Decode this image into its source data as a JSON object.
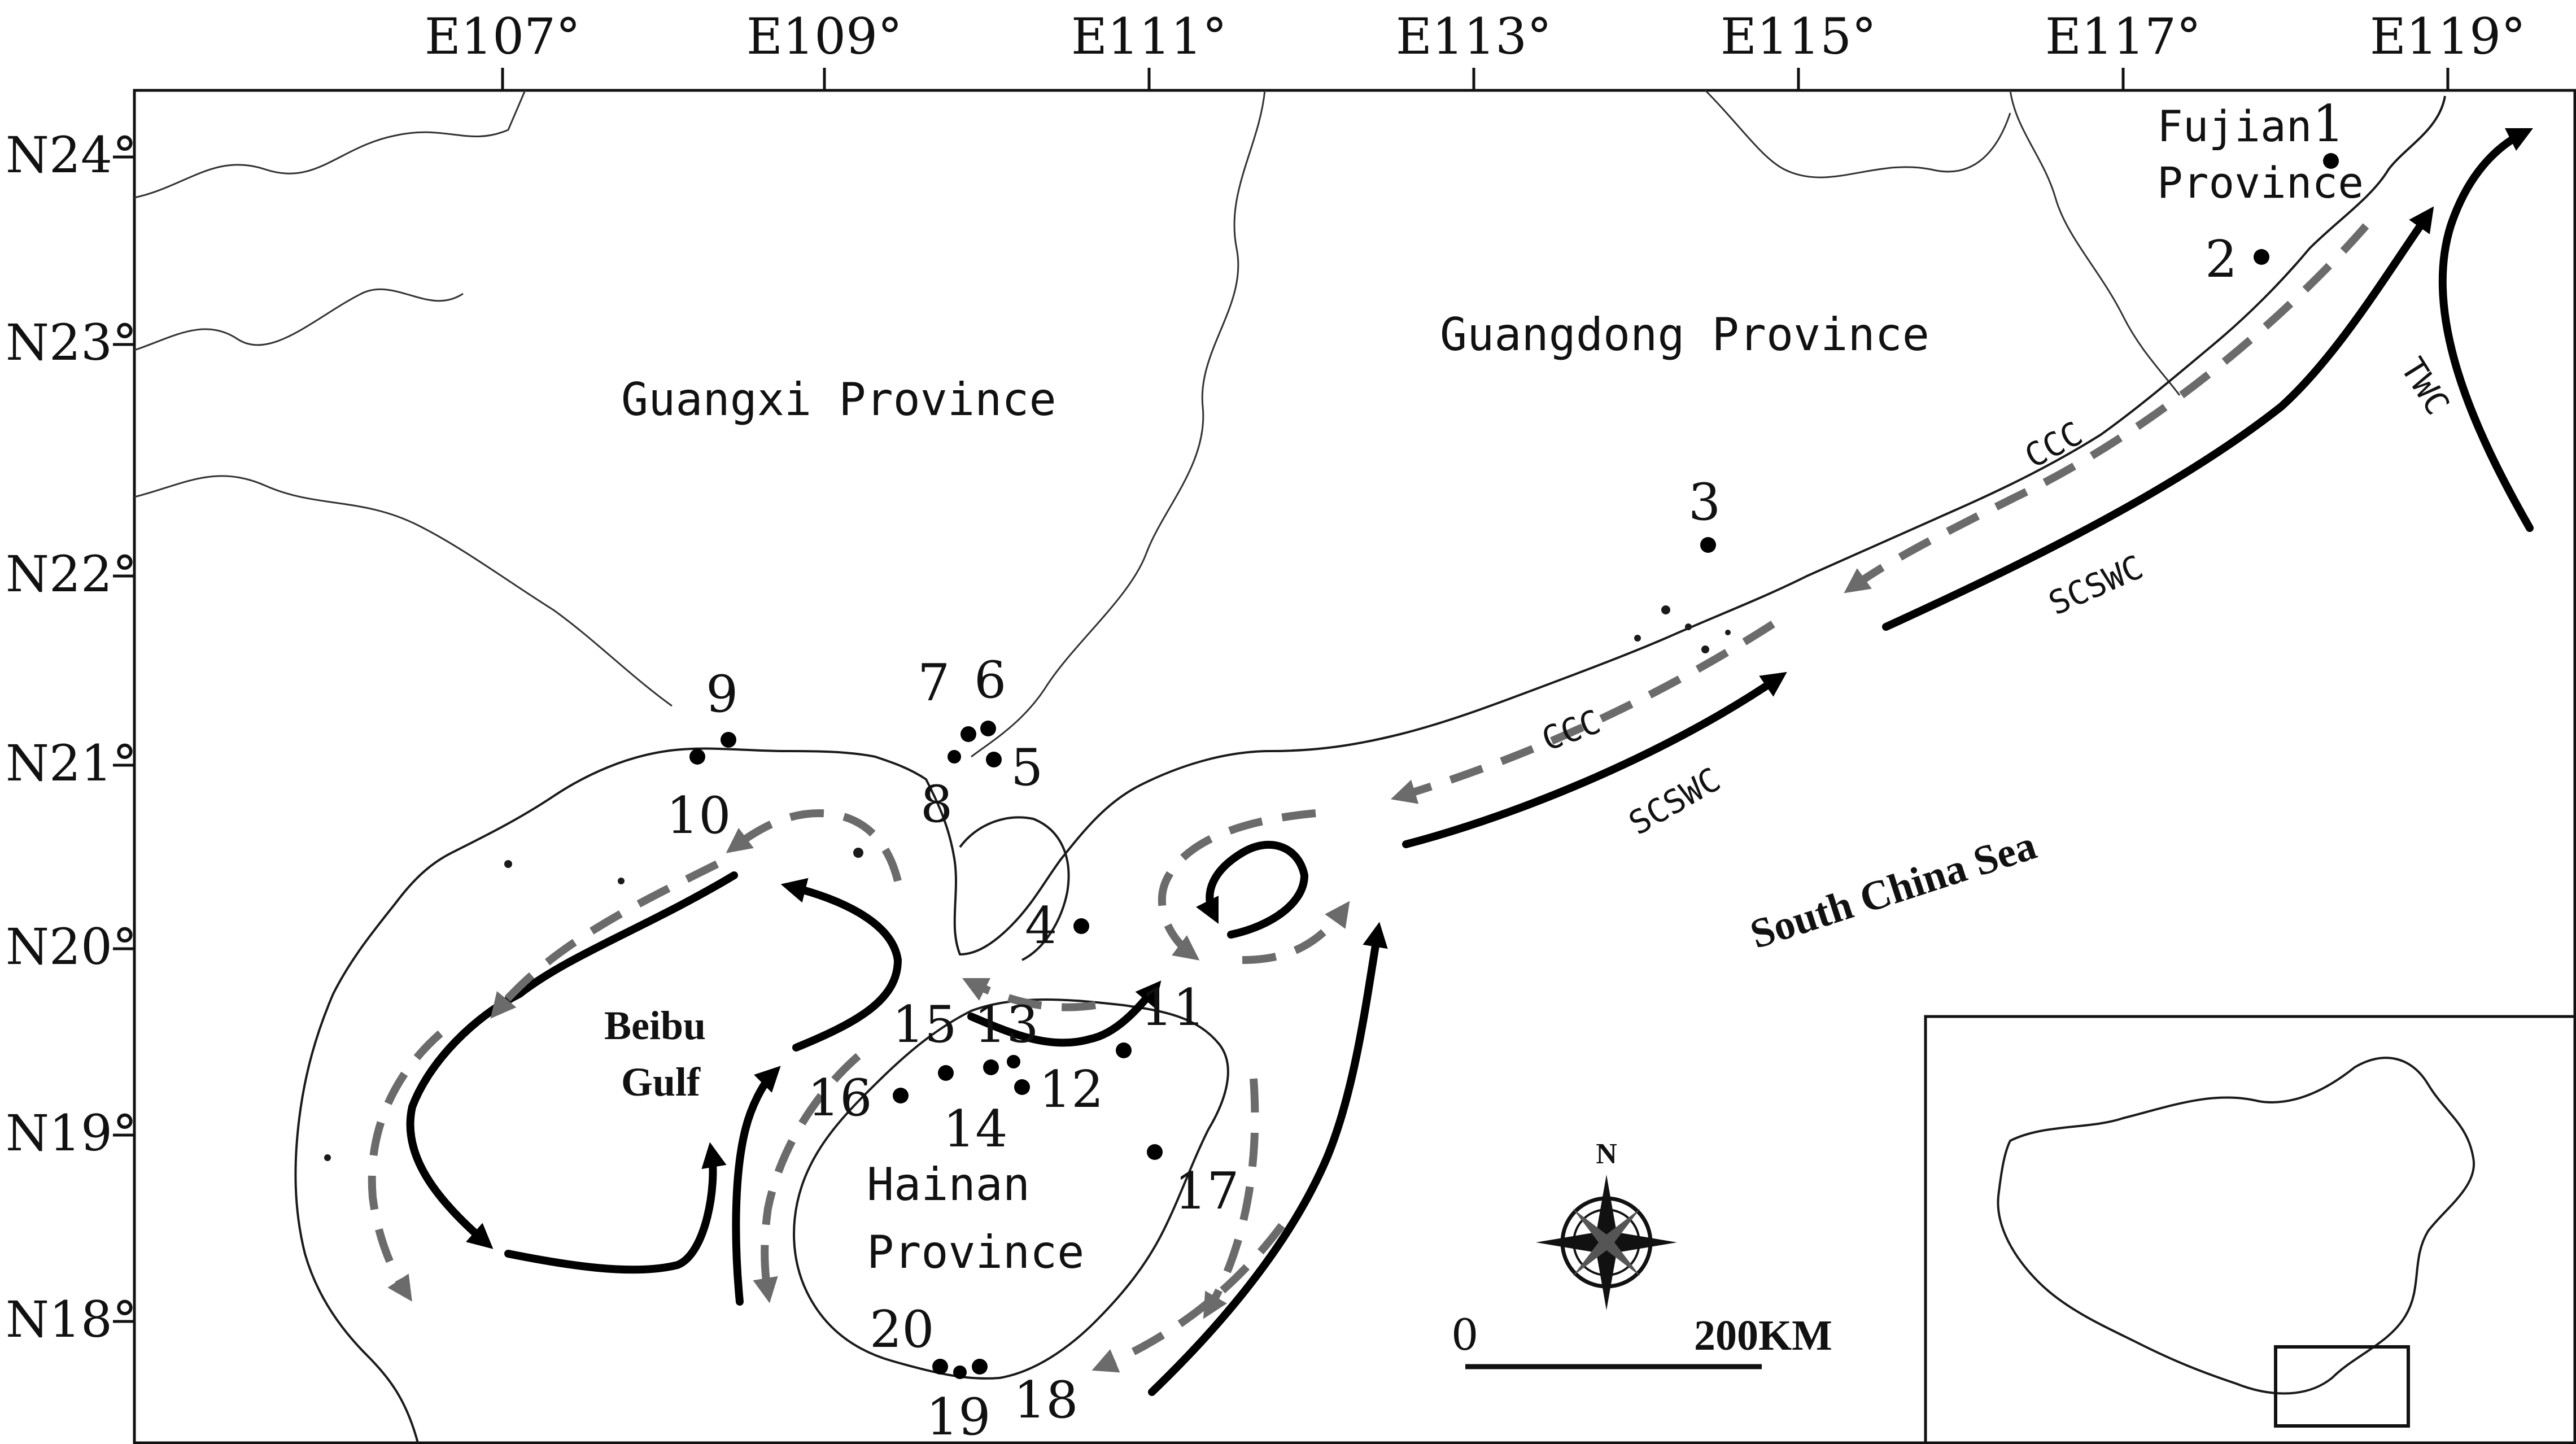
{
  "longitude_ticks": [
    "E107°",
    "E109°",
    "E111°",
    "E113°",
    "E115°",
    "E117°",
    "E119°"
  ],
  "latitude_ticks": [
    "N24°",
    "N23°",
    "N22°",
    "N21°",
    "N20°",
    "N19°",
    "N18°"
  ],
  "regions": {
    "guangxi": "Guangxi Province",
    "guangdong": "Guangdong Province",
    "fujian_line1": "Fujian",
    "fujian_line2": "Province",
    "hainan_line1": "Hainan",
    "hainan_line2": "Province",
    "beibu_line1": "Beibu",
    "beibu_line2": "Gulf",
    "sea": "South China Sea"
  },
  "currents": {
    "ccc_east": "CCC",
    "ccc_west": "CCC",
    "scswc_east": "SCSWC",
    "scswc_west": "SCSWC",
    "twc": "TWC"
  },
  "sites": [
    {
      "label": "1"
    },
    {
      "label": "2"
    },
    {
      "label": "3"
    },
    {
      "label": "4"
    },
    {
      "label": "5"
    },
    {
      "label": "6"
    },
    {
      "label": "7"
    },
    {
      "label": "8"
    },
    {
      "label": "9"
    },
    {
      "label": "10"
    },
    {
      "label": "11"
    },
    {
      "label": "12"
    },
    {
      "label": "13"
    },
    {
      "label": "14"
    },
    {
      "label": "15"
    },
    {
      "label": "16"
    },
    {
      "label": "17"
    },
    {
      "label": "18"
    },
    {
      "label": "19"
    },
    {
      "label": "20"
    }
  ],
  "compass": {
    "north": "N"
  },
  "scale_bar": {
    "start": "0",
    "end": "200KM"
  },
  "colors": {
    "warm_current": "#000000",
    "coastal_current": "#6b6b6b"
  }
}
